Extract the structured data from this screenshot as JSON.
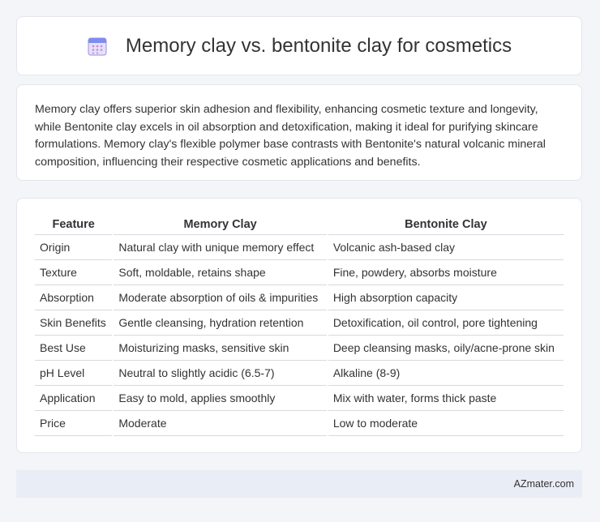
{
  "header": {
    "title": "Memory clay vs. bentonite clay for cosmetics",
    "icon": "calendar-icon"
  },
  "summary": {
    "text": "Memory clay offers superior skin adhesion and flexibility, enhancing cosmetic texture and longevity, while Bentonite clay excels in oil absorption and detoxification, making it ideal for purifying skincare formulations. Memory clay's flexible polymer base contrasts with Bentonite's natural volcanic mineral composition, influencing their respective cosmetic applications and benefits."
  },
  "table": {
    "headers": [
      "Feature",
      "Memory Clay",
      "Bentonite Clay"
    ],
    "rows": [
      [
        "Origin",
        "Natural clay with unique memory effect",
        "Volcanic ash-based clay"
      ],
      [
        "Texture",
        "Soft, moldable, retains shape",
        "Fine, powdery, absorbs moisture"
      ],
      [
        "Absorption",
        "Moderate absorption of oils & impurities",
        "High absorption capacity"
      ],
      [
        "Skin Benefits",
        "Gentle cleansing, hydration retention",
        "Detoxification, oil control, pore tightening"
      ],
      [
        "Best Use",
        "Moisturizing masks, sensitive skin",
        "Deep cleansing masks, oily/acne-prone skin"
      ],
      [
        "pH Level",
        "Neutral to slightly acidic (6.5-7)",
        "Alkaline (8-9)"
      ],
      [
        "Application",
        "Easy to mold, applies smoothly",
        "Mix with water, forms thick paste"
      ],
      [
        "Price",
        "Moderate",
        "Low to moderate"
      ]
    ]
  },
  "footer": {
    "brand": "AZmater.com"
  }
}
